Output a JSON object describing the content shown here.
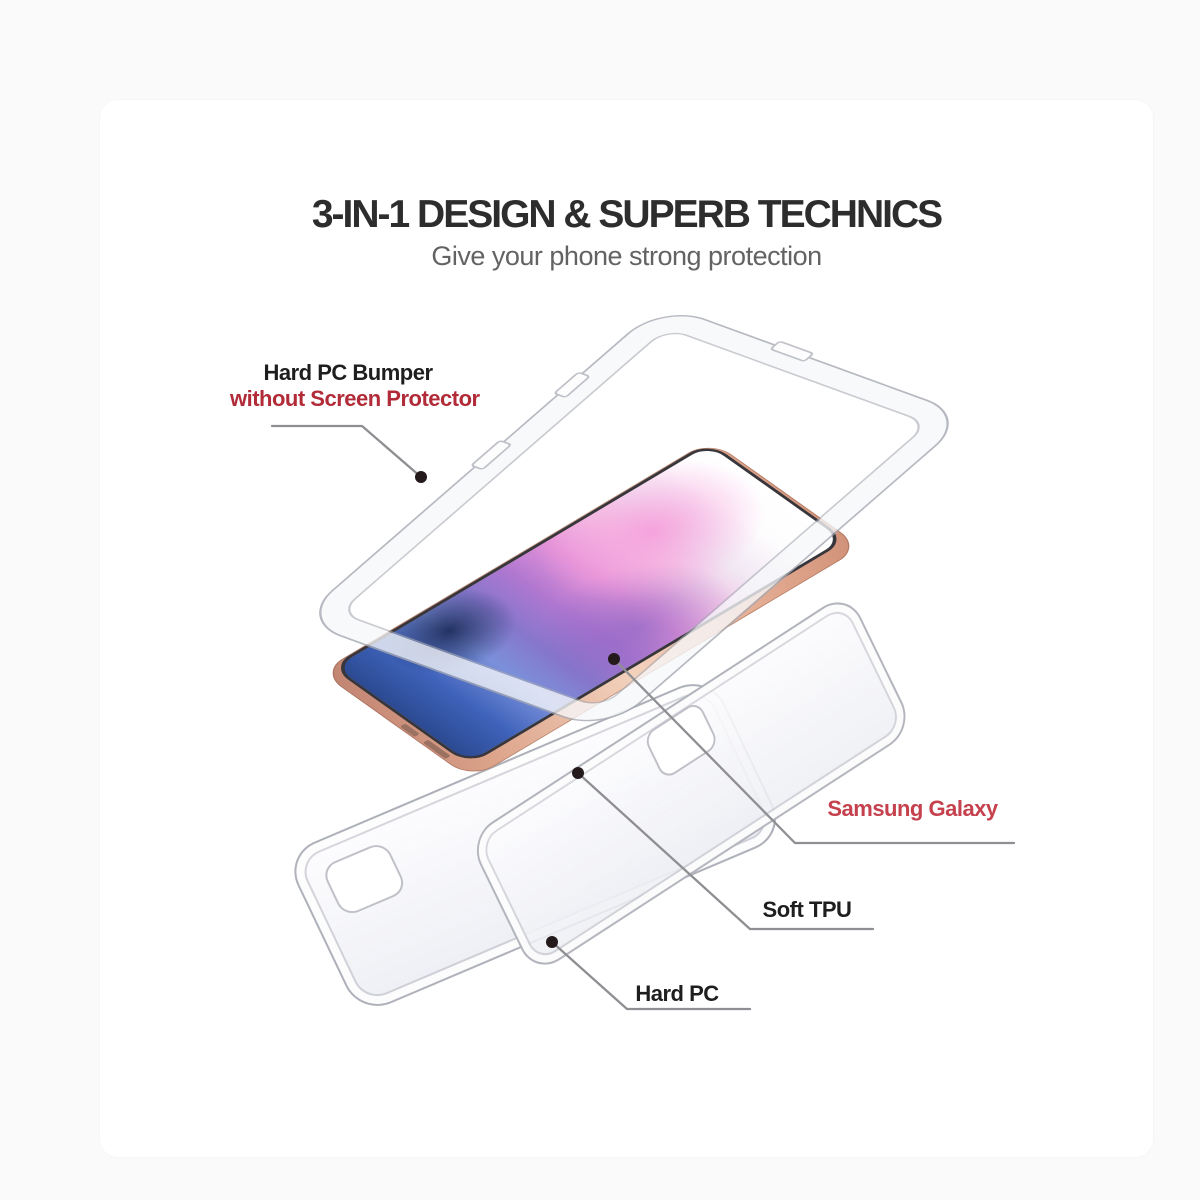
{
  "header": {
    "title": "3-IN-1 DESIGN & SUPERB TECHNICS",
    "subtitle": "Give your phone strong protection"
  },
  "callouts": {
    "bumper": {
      "line1": "Hard PC Bumper",
      "line2": "without Screen Protector"
    },
    "phone": {
      "label": "Samsung Galaxy"
    },
    "tpu": {
      "label": "Soft TPU"
    },
    "hardpc": {
      "label": "Hard PC"
    }
  },
  "colors": {
    "title_text": "#2d2d2d",
    "subtitle_text": "#636363",
    "label_text": "#1e1e1e",
    "accent_red": "#b22b38",
    "samsung_red": "#c4414d",
    "callout_line": "#8f8f93",
    "callout_dot": "#241a1c",
    "case_edge": "#a0a2ac",
    "rose_gold_frame": "#e2a88f",
    "phone_bezel": "#36363c",
    "wallpaper_blue": "#3f63bb",
    "wallpaper_purple": "#8677cc",
    "wallpaper_pink": "#e694d9",
    "card_background": "#ffffff",
    "page_background": "#fafafa"
  }
}
